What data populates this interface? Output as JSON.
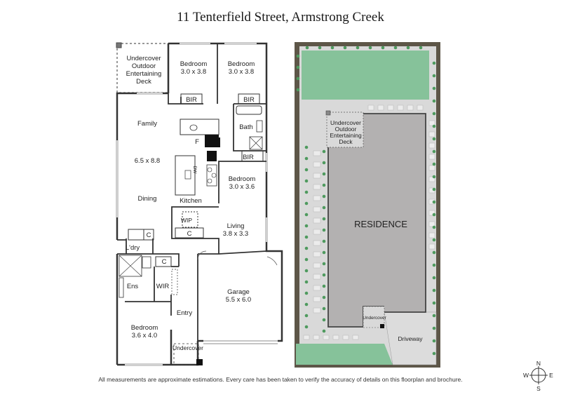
{
  "title": "11 Tenterfield Street, Armstrong Creek",
  "disclaimer": "All measurements are approximate estimations. Every care has been taken to verify the accuracy of details on this floorplan and brochure.",
  "floorplan": {
    "rooms": {
      "deck": [
        "Undercover",
        "Outdoor",
        "Entertaining",
        "Deck"
      ],
      "bedroom2_name": "Bedroom",
      "bedroom2_dim": "3.0 x 3.8",
      "bedroom3_name": "Bedroom",
      "bedroom3_dim": "3.0 x 3.8",
      "bir1": "BIR",
      "bir2": "BIR",
      "bir3": "BIR",
      "bath": "Bath",
      "family": "Family",
      "family_dim": "6.5 x 8.8",
      "f_label": "F",
      "dining": "Dining",
      "kitchen": "Kitchen",
      "dw": "DW",
      "bedroom4_name": "Bedroom",
      "bedroom4_dim": "3.0 x 3.6",
      "wip": "WIP",
      "c1": "C",
      "c2": "C",
      "c3": "C",
      "living_name": "Living",
      "living_dim": "3.8 x 3.3",
      "ldry": "L'dry",
      "ens": "Ens",
      "wir": "WIR",
      "garage_name": "Garage",
      "garage_dim": "5.5 x 6.0",
      "entry": "Entry",
      "bedroom1_name": "Bedroom",
      "bedroom1_dim": "3.6 x 4.0",
      "undercover": "Undercover"
    }
  },
  "siteplan": {
    "deck": [
      "Undercover",
      "Outdoor",
      "Entertaining",
      "Deck"
    ],
    "residence": "RESIDENCE",
    "undercover": "Undercover",
    "driveway": "Driveway"
  },
  "compass": {
    "n": "N",
    "s": "S",
    "e": "E",
    "w": "W"
  },
  "colors": {
    "lawn": "#86c29a",
    "paving": "#d9d9d9",
    "residence": "#b3b1b1",
    "hedge": "#5d5648",
    "wall": "#333333"
  }
}
